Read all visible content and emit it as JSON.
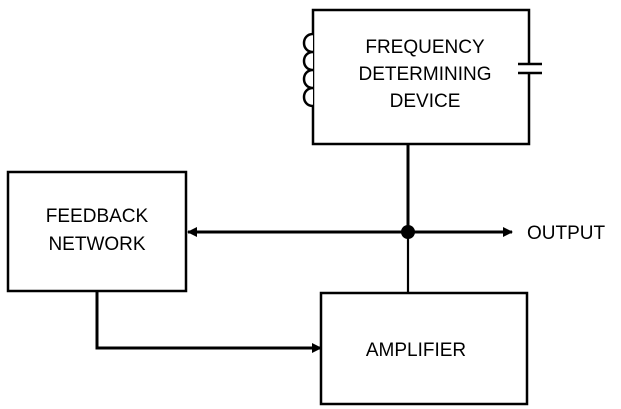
{
  "blocks": {
    "frequency_device": {
      "line1": "FREQUENCY",
      "line2": "DETERMINING",
      "line3": "DEVICE"
    },
    "feedback_network": {
      "line1": "FEEDBACK",
      "line2": "NETWORK"
    },
    "amplifier": {
      "label": "AMPLIFIER"
    }
  },
  "output_label": "OUTPUT",
  "components": {
    "left_side": "inductor-icon",
    "right_side": "capacitor-icon"
  },
  "colors": {
    "line": "#000000",
    "background": "#ffffff"
  }
}
